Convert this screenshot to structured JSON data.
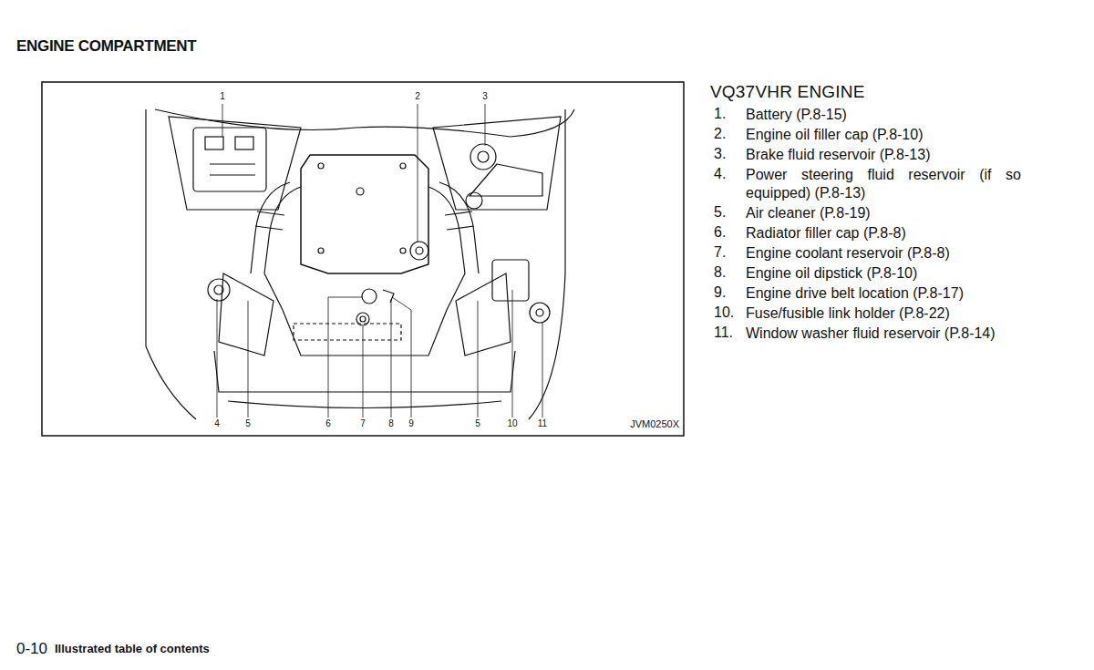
{
  "diagram": {
    "title": "ENGINE COMPARTMENT",
    "labels": [
      "1",
      "2",
      "3",
      "4",
      "5",
      "6",
      "7",
      "8",
      "9",
      "5",
      "10",
      "11",
      "JVM0250X",
      "VQ37VHR ENGINE",
      "1.",
      "Battery (P.8-15)",
      "2.",
      "Engine oil filler cap (P.8-10)",
      "3.",
      "Brake fluid reservoir (P.8-13)",
      "4.",
      "Power steering fluid reservoir (if so equipped) (P.8-13)",
      "5.",
      "Air cleaner (P.8-19)",
      "6.",
      "Radiator filler cap (P.8-8)",
      "7.",
      "Engine coolant reservoir (P.8-8)",
      "8.",
      "Engine oil dipstick (P.8-10)",
      "9.",
      "Engine drive belt location (P.8-17)",
      "10.",
      "Fuse/fusible link holder (P.8-22)",
      "11.",
      "Window washer fluid reservoir (P.8-14)",
      "0-10",
      "Illustrated table of contents"
    ]
  }
}
